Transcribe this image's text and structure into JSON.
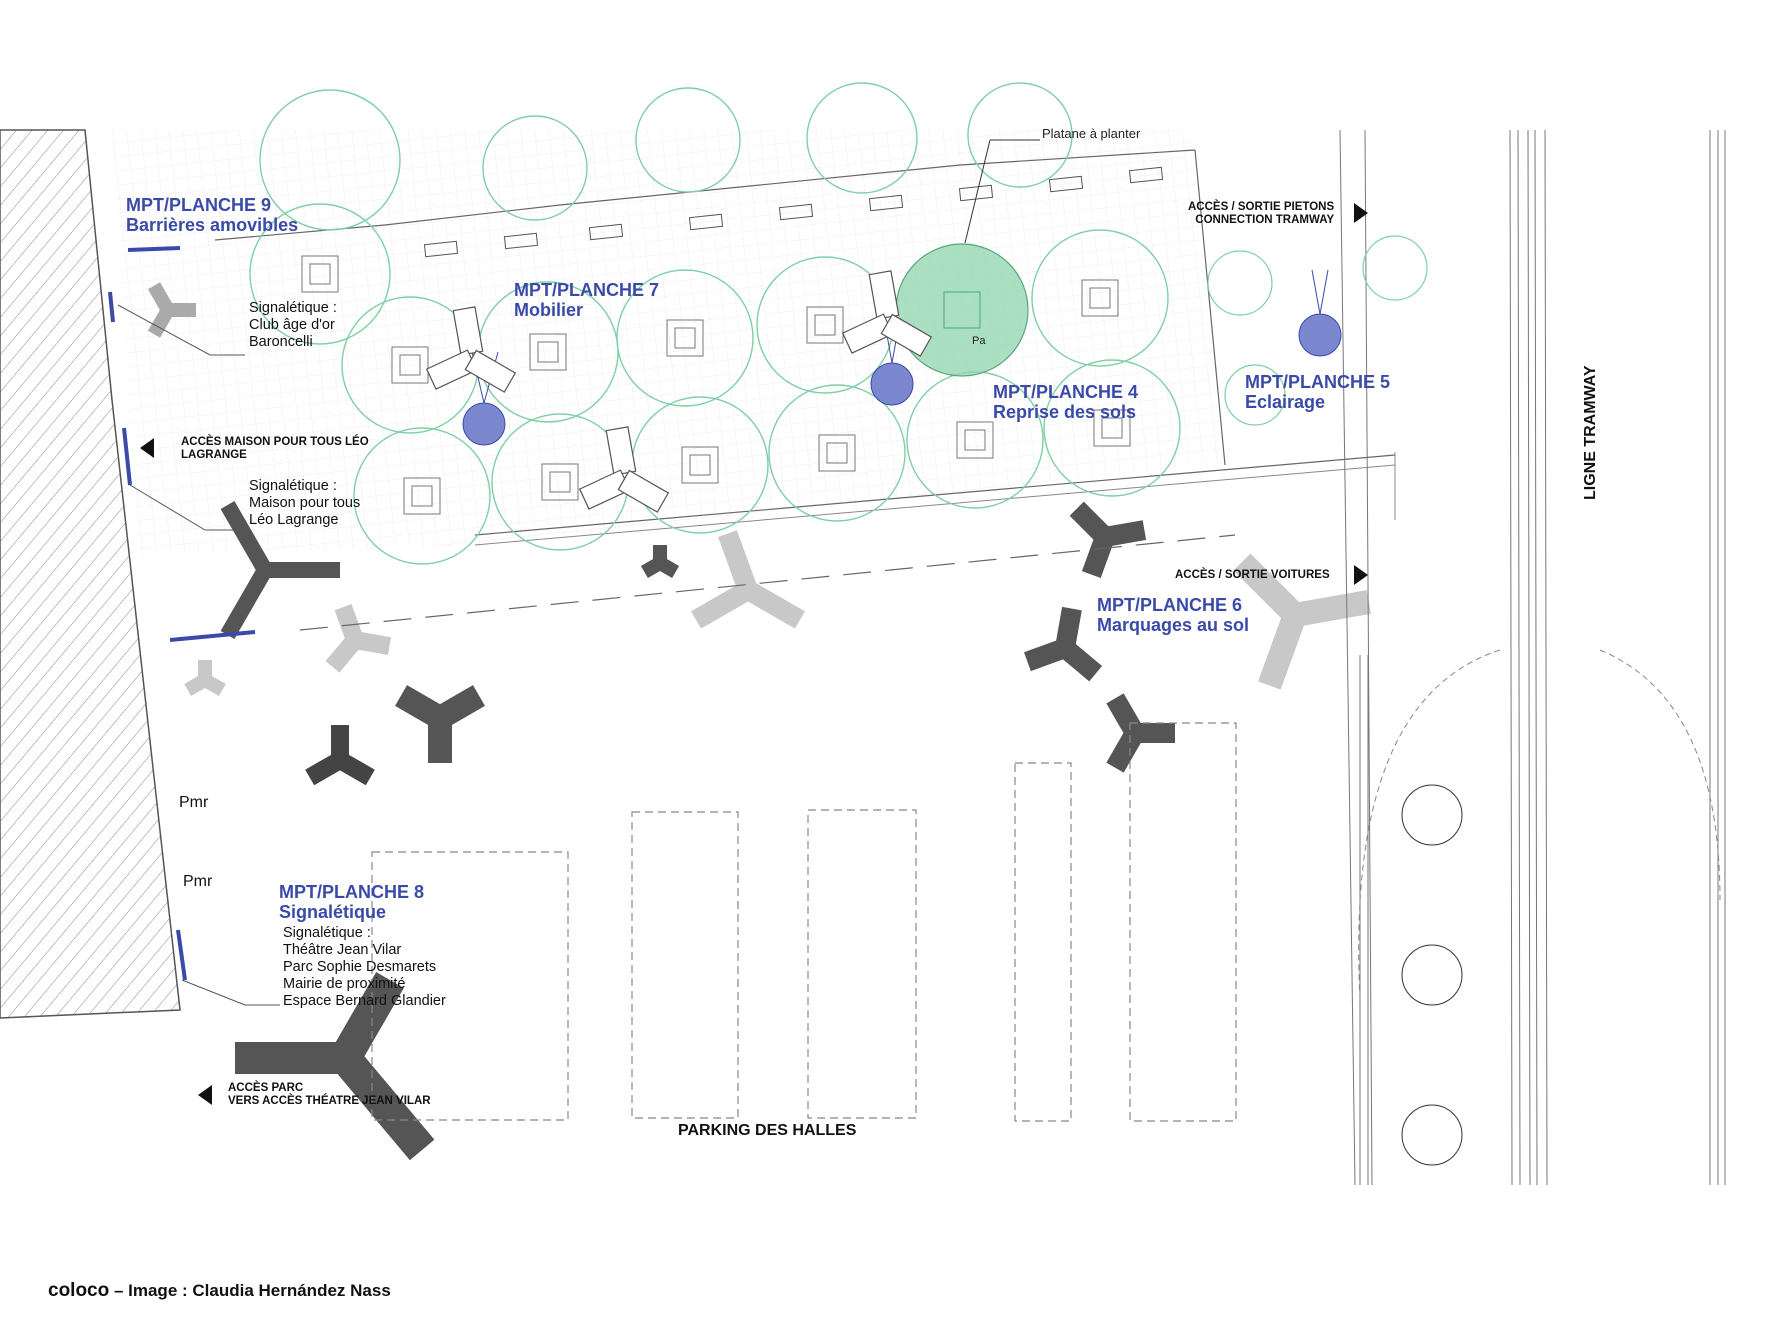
{
  "planches": [
    {
      "title": "MPT/PLANCHE 9",
      "subtitle": "Barrières amovibles"
    },
    {
      "title": "MPT/PLANCHE 7",
      "subtitle": "Mobilier"
    },
    {
      "title": "MPT/PLANCHE 4",
      "subtitle": "Reprise des sols"
    },
    {
      "title": "MPT/PLANCHE 5",
      "subtitle": "Eclairage"
    },
    {
      "title": "MPT/PLANCHE 6",
      "subtitle": "Marquages au sol"
    },
    {
      "title": "MPT/PLANCHE 8",
      "subtitle": "Signalétique"
    }
  ],
  "signage": {
    "club": [
      "Signalétique :",
      "Club âge d'or",
      "Baroncelli"
    ],
    "maison": [
      "Signalétique :",
      "Maison pour tous",
      "Léo Lagrange"
    ],
    "theatre": [
      "Signalétique :",
      "Théâtre Jean Vilar",
      "Parc Sophie Desmarets",
      "Mairie de proximité",
      "Espace Bernard Glandier"
    ]
  },
  "access": {
    "maison": [
      "ACCÈS MAISON POUR TOUS LÉO",
      "LAGRANGE"
    ],
    "pietons": [
      "ACCÈS / SORTIE PIETONS",
      "CONNECTION TRAMWAY"
    ],
    "voitures": "ACCÈS / SORTIE VOITURES",
    "parc": [
      "ACCÈS PARC",
      "VERS ACCÈS THÉATRE JEAN VILAR"
    ]
  },
  "labels": {
    "platane": "Platane à planter",
    "pa": "Pa",
    "pmr": "Pmr",
    "parking": "PARKING DES HALLES",
    "tramway": "LIGNE TRAMWAY"
  },
  "credit": {
    "brand": "coloco",
    "rest": " – Image : Claudia Hernández Nass"
  },
  "colors": {
    "planche_blue": "#3a4aa8",
    "tree_green": "#7fcfa5",
    "new_tree_fill": "#8fd4ad",
    "light_blue": "#7b88d0",
    "dark_tripod": "#555555",
    "light_tripod": "#bdbdbd"
  }
}
